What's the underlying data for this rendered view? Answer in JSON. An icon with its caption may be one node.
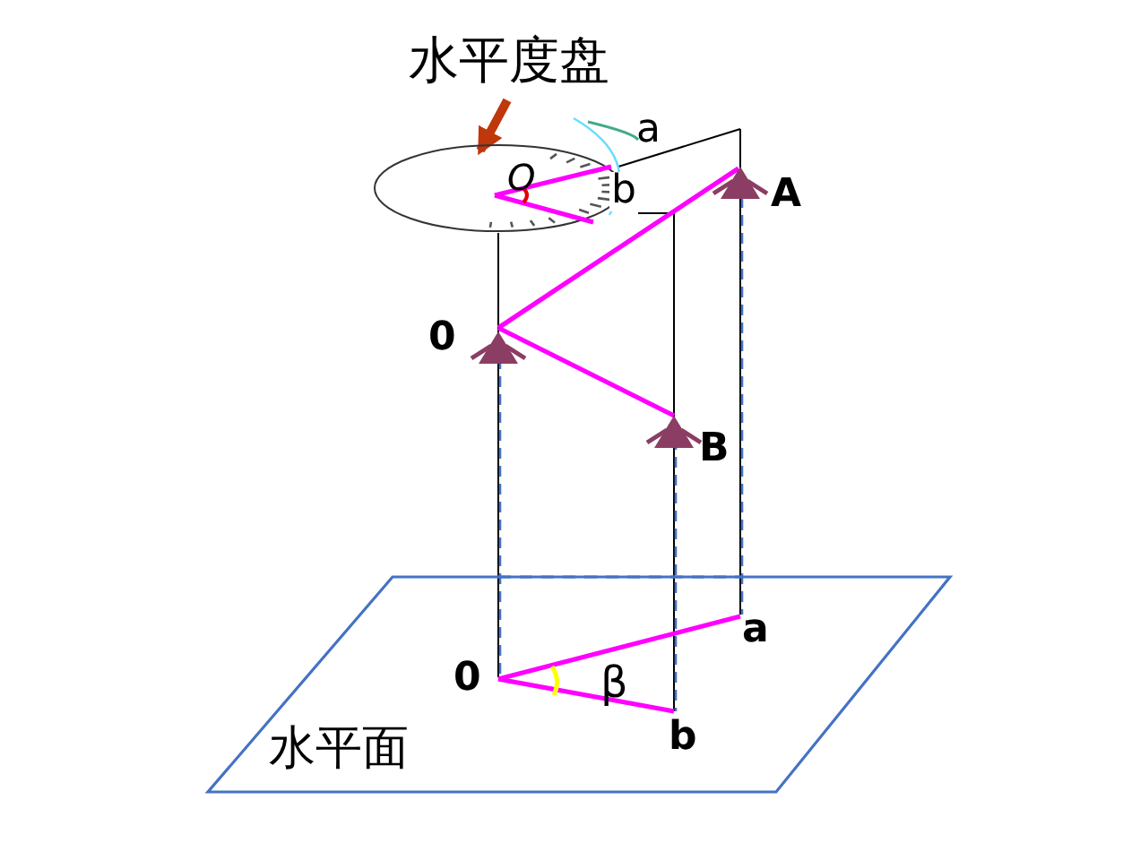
{
  "diagram": {
    "nodes": [
      {
        "text": [
          "水平度盘"
        ]
      },
      {
        "text": [],
        "shape": "ellipse"
      },
      {
        "text": [
          "水平面"
        ]
      }
    ],
    "edges": [
      {
        "from": 0,
        "to": 1,
        "arrow": "to",
        "color": "#c0370c"
      }
    ],
    "labels": [
      "a",
      "O",
      "b",
      "A",
      "0",
      "B",
      "a",
      "0",
      "β",
      "b"
    ]
  }
}
